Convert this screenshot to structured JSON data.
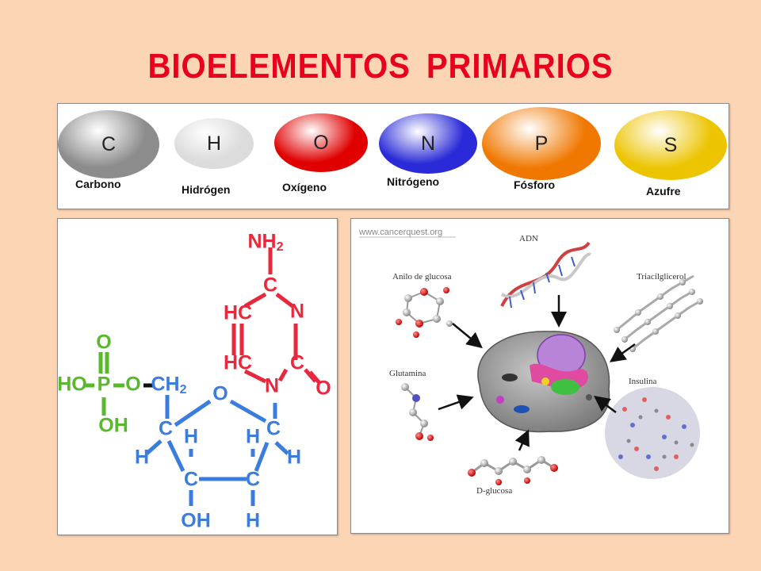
{
  "title": "BIOELEMENTOS  PRIMARIOS",
  "elements": [
    {
      "symbol": "C",
      "name": "Carbono",
      "color": "#8c8c8c"
    },
    {
      "symbol": "H",
      "name": "Hidrógen",
      "color": "#dcdcdc"
    },
    {
      "symbol": "O",
      "name": "Oxígeno",
      "color": "#e00000"
    },
    {
      "symbol": "N",
      "name": "Nitrógeno",
      "color": "#2a2ad8"
    },
    {
      "symbol": "P",
      "name": "Fósforo",
      "color": "#f07800"
    },
    {
      "symbol": "S",
      "name": "Azufre",
      "color": "#ecc400"
    }
  ],
  "molecule": {
    "base": {
      "nh2": "NH2",
      "c_top": "C",
      "hc_left_top": "HC",
      "n_right": "N",
      "hc_left_bottom": "HC",
      "c_right": "C",
      "o_ketone": "O",
      "n_bottom": "N"
    },
    "phosphate": {
      "o_top": "O",
      "ho": "HO",
      "p": "P",
      "o_bridge": "O",
      "oh": "OH"
    },
    "sugar": {
      "ch2": "CH2",
      "o_ring": "O",
      "c4": "C",
      "h4": "H",
      "c4_h": "H",
      "c1": "C",
      "h1": "H",
      "c1_h": "H",
      "c3": "C",
      "c2": "C",
      "oh": "OH",
      "h2": "H"
    },
    "colors": {
      "base": "#e8283c",
      "phosphate": "#5ab82e",
      "sugar": "#3b7ddc"
    }
  },
  "cell_diagram": {
    "watermark": "www.cancerquest.org",
    "labels": {
      "adn": "ADN",
      "glucose_ring": "Anilo de glucosa",
      "triacylglycerol": "Triacilglicerol",
      "glutamine": "Glutamina",
      "insulin": "Insulina",
      "d_glucose": "D-glucosa"
    }
  }
}
